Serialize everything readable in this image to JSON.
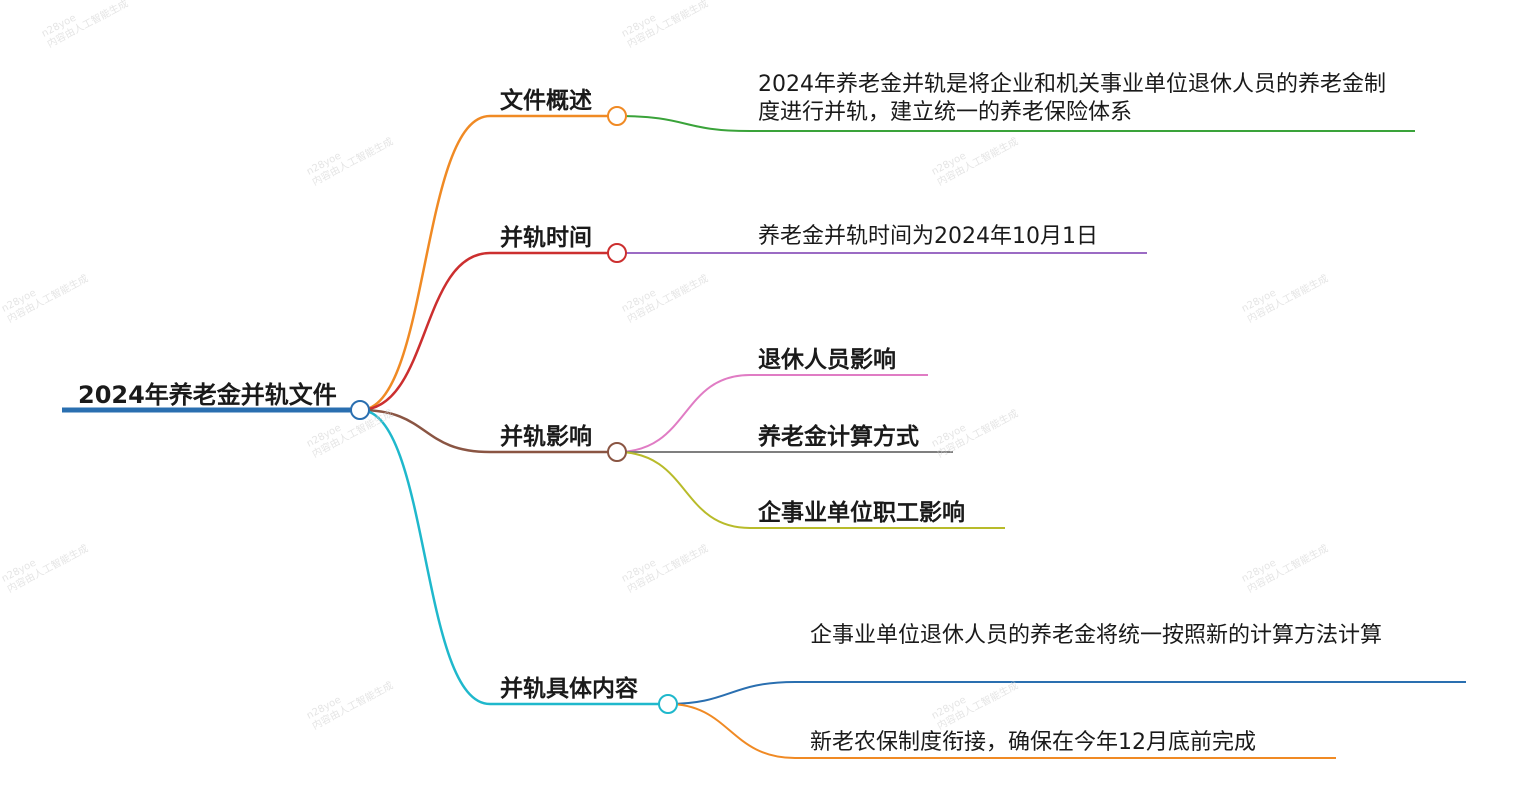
{
  "root": {
    "label": "2024年养老金并轨文件",
    "color": "#2a6fb0"
  },
  "branches": [
    {
      "label": "文件概述",
      "color": "#f08a24",
      "children": [
        {
          "label": "2024年养老金并轨是将企业和机关事业单位退休人员的养老金制度进行并轨，建立统一的养老保险体系",
          "color": "#3aa33a"
        }
      ]
    },
    {
      "label": "并轨时间",
      "color": "#cc2f2f",
      "children": [
        {
          "label": "养老金并轨时间为2024年10月1日",
          "color": "#9b6bc4"
        }
      ]
    },
    {
      "label": "并轨影响",
      "color": "#8a5543",
      "children": [
        {
          "label": "退休人员影响",
          "color": "#e07cc4"
        },
        {
          "label": "养老金计算方式",
          "color": "#7f7f7f"
        },
        {
          "label": "企事业单位职工影响",
          "color": "#b8bb2a"
        }
      ]
    },
    {
      "label": "并轨具体内容",
      "color": "#1fb8cc",
      "children": [
        {
          "label": "企事业单位退休人员的养老金将统一按照新的计算方法计算",
          "color": "#2a6fb0"
        },
        {
          "label": "新老农保制度衔接，确保在今年12月底前完成",
          "color": "#f08a24"
        }
      ]
    }
  ],
  "watermark": {
    "line1": "n28yoe",
    "line2": "内容由人工智能生成"
  }
}
